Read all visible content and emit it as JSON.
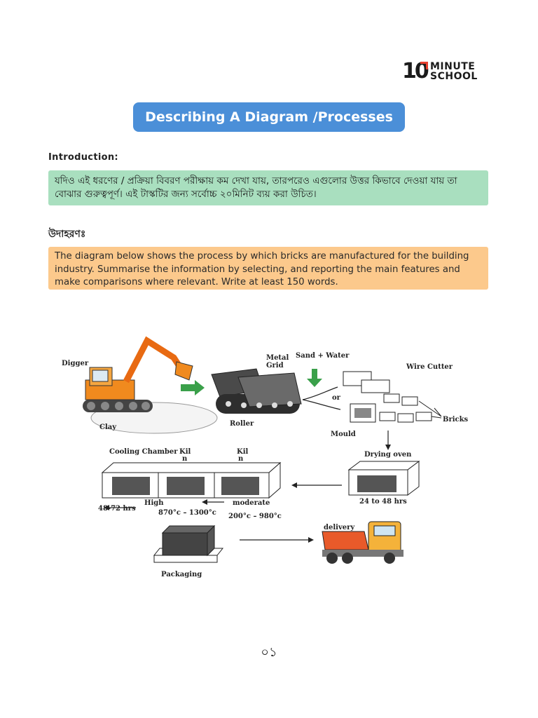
{
  "logo": {
    "number": "10",
    "line1": "MINUTE",
    "line2": "SCHOOL"
  },
  "title": "Describing A Diagram /Processes",
  "intro": {
    "label": "Introduction:",
    "text": "যদিও এই ধরণের  / প্রক্রিয়া বিবরণ পরীক্ষায় কম দেখা যায়, তারপরেও এগুলোর  উত্তর কিভাবে দেওয়া যায় তা বোঝার গুরুত্বপূর্ণ। এই টাস্কটির জন্য সর্বোচ্চ ২০মিনিট ব্যয় করা উচিত।"
  },
  "example": {
    "label": "উদাহরণঃ",
    "task": "The diagram below shows the process by which bricks are manufactured for the building industry. Summarise the information by selecting, and reporting the main features and make comparisons where relevant. Write at least 150 words."
  },
  "diagram": {
    "digger": "Digger",
    "clay": "Clay",
    "metal_grid_1": "Metal",
    "metal_grid_2": "Grid",
    "roller": "Roller",
    "sand_water": "Sand + Water",
    "or": "or",
    "wire_cutter": "Wire Cutter",
    "mould": "Mould",
    "bricks": "Bricks",
    "drying_oven": "Drying oven",
    "drying_time": "24 to 48 hrs",
    "cooling_chamber": "Cooling Chamber",
    "kiln_1": "Kil",
    "kiln_2": "Kil",
    "kiln_mark_1": "n",
    "kiln_mark_2": "n",
    "cooling_time": "48-72 hrs",
    "high": "High",
    "high_temp": "870°c – 1300°c",
    "moderate": "moderate",
    "moderate_temp": "200°c – 980°c",
    "packaging": "Packaging",
    "delivery": "delivery"
  },
  "page_number": "০১",
  "colors": {
    "title_bg": "#4b8fd8",
    "intro_bg": "#a9dfbf",
    "task_bg": "#fcc98c",
    "logo_accent": "#e8402f"
  }
}
